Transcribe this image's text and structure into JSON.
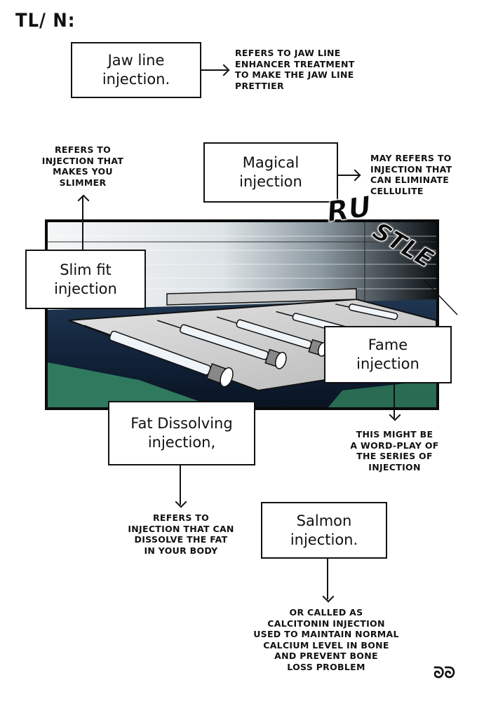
{
  "header": {
    "title": "TL/ N:"
  },
  "terms": [
    {
      "id": "jaw-line",
      "label": "Jaw line injection.",
      "lines": [
        "Jaw line",
        "injection."
      ],
      "note": [
        "REFERS TO JAW LINE",
        "ENHANCER TREATMENT",
        "TO MAKE THE JAW LINE",
        "PRETTIER"
      ]
    },
    {
      "id": "slim-fit",
      "label": "Slim fit injection",
      "lines": [
        "Slim fit",
        "injection"
      ],
      "note": [
        "REFERS TO",
        "INJECTION THAT",
        "MAKES YOU",
        "SLIMMER"
      ]
    },
    {
      "id": "magical",
      "label": "Magical injection",
      "lines": [
        "Magical",
        "injection"
      ],
      "note": [
        "MAY REFERS TO",
        "INJECTION THAT",
        "CAN ELIMINATE",
        "CELLULITE"
      ]
    },
    {
      "id": "fame",
      "label": "Fame injection",
      "lines": [
        "Fame",
        "injection"
      ],
      "note": [
        "THIS MIGHT BE",
        "A WORD-PLAY OF",
        "THE SERIES OF",
        "INJECTION"
      ]
    },
    {
      "id": "fat-dissolving",
      "label": "Fat Dissolving injection,",
      "lines": [
        "Fat Dissolving",
        "injection,"
      ],
      "note": [
        "REFERS TO",
        "INJECTION THAT CAN",
        "DISSOLVE THE FAT",
        "IN YOUR BODY"
      ]
    },
    {
      "id": "salmon",
      "label": "Salmon injection.",
      "lines": [
        "Salmon",
        "injection."
      ],
      "note": [
        "OR CALLED AS",
        "CALCITONIN INJECTION",
        "USED TO MAINTAIN NORMAL",
        "CALCIUM LEVEL IN BONE",
        "AND PREVENT BONE",
        "LOSS PROBLEM"
      ]
    }
  ],
  "panel": {
    "sound_effect": {
      "part1": "RU",
      "part2": "STLE"
    },
    "colors": {
      "dark": "#0c1a2a",
      "teal": "#2f7a5e",
      "tray": "#d8d8d8",
      "wall": "#e6eaec"
    }
  },
  "signature": "ᘐᘐ"
}
